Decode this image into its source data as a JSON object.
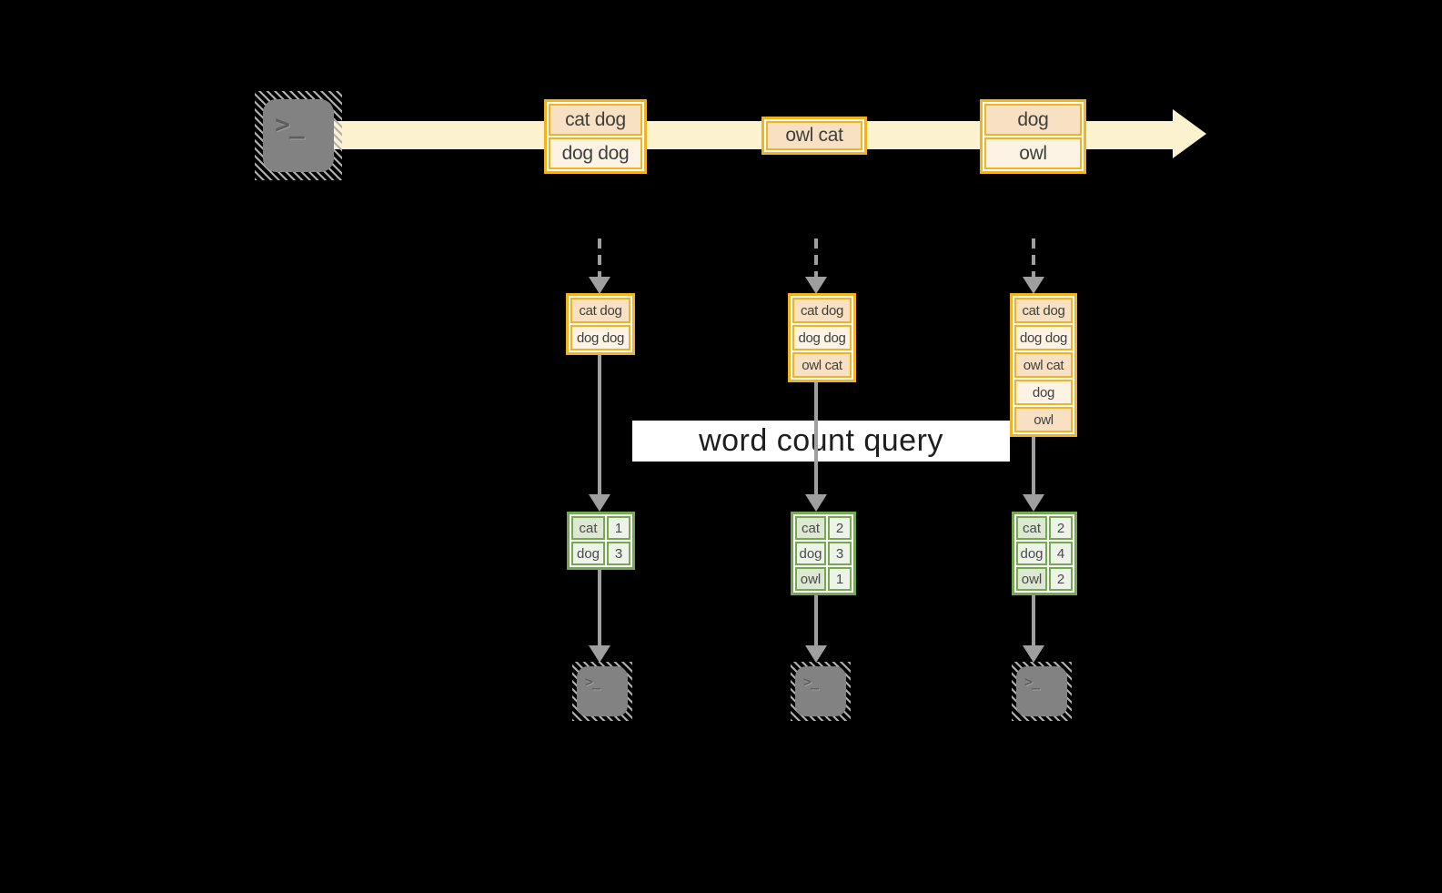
{
  "timeline": {
    "batch1": [
      "cat dog",
      "dog dog"
    ],
    "batch2": [
      "owl cat"
    ],
    "batch3": [
      "dog",
      "owl"
    ]
  },
  "states": {
    "s1": [
      "cat dog",
      "dog dog"
    ],
    "s2": [
      "cat dog",
      "dog dog",
      "owl cat"
    ],
    "s3": [
      "cat dog",
      "dog dog",
      "owl cat",
      "dog",
      "owl"
    ]
  },
  "query": {
    "label": "word count query"
  },
  "tables": {
    "t1": {
      "rows": [
        {
          "word": "cat",
          "count": "1"
        },
        {
          "word": "dog",
          "count": "3"
        }
      ]
    },
    "t2": {
      "rows": [
        {
          "word": "cat",
          "count": "2"
        },
        {
          "word": "dog",
          "count": "3"
        },
        {
          "word": "owl",
          "count": "1"
        }
      ]
    },
    "t3": {
      "rows": [
        {
          "word": "cat",
          "count": "2"
        },
        {
          "word": "dog",
          "count": "4"
        },
        {
          "word": "owl",
          "count": "2"
        }
      ]
    }
  },
  "icons": {
    "terminal_glyph": ">_"
  },
  "colors": {
    "background": "#000000",
    "stream_band": "#fcf2cf",
    "record_border": "#f1b320",
    "record_fill_dark": "#f8e1c2",
    "record_fill_light": "#fdf3e4",
    "table_border": "#74a94f",
    "table_fill_dark": "#dce8d2",
    "table_fill_light": "#eef3e9",
    "arrow_gray": "#9f9f9f",
    "query_bg": "#ffffff",
    "text": "#3f3f3f"
  }
}
